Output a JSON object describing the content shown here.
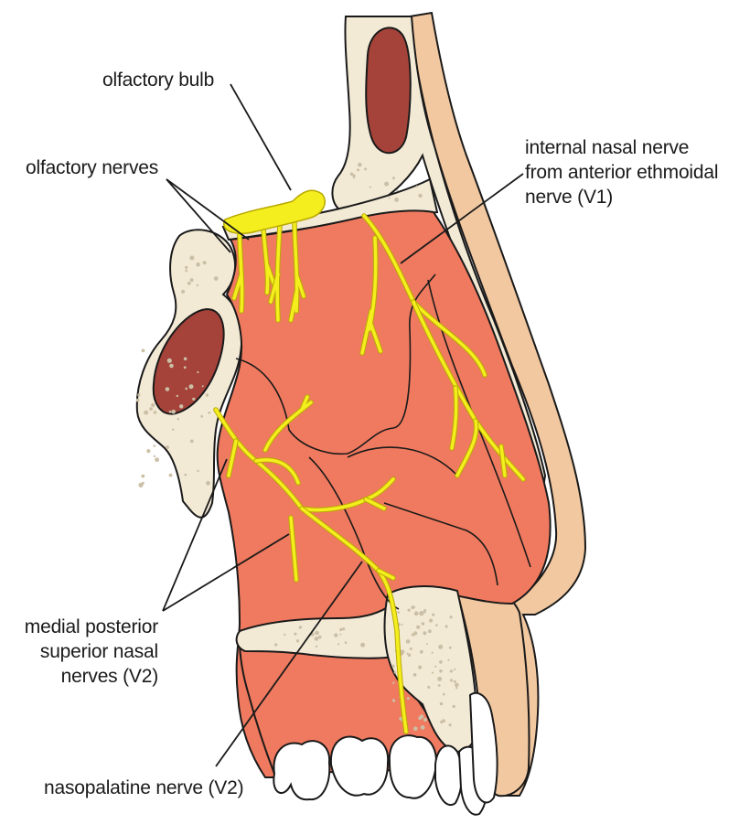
{
  "labels": {
    "olfactory_bulb": "olfactory bulb",
    "olfactory_nerves": "olfactory nerves",
    "internal_nasal_nerve": {
      "line1": "internal nasal nerve",
      "line2": "from anterior ethmoidal",
      "line3": "nerve (V1)"
    },
    "medial_posterior": {
      "line1": "medial posterior",
      "line2": "superior nasal",
      "line3": "nerves (V2)"
    },
    "nasopalatine": "nasopalatine nerve (V2)"
  },
  "colors": {
    "mucosa": "#f07a5f",
    "bone": "#f3ead6",
    "bone_outline": "#1a1a1a",
    "nose_skin": "#f2c8a0",
    "sinus": "#a5433a",
    "nerve": "#f4ee1e",
    "nerve_outline": "#b8a900",
    "stipple": "#cbbfa6"
  }
}
